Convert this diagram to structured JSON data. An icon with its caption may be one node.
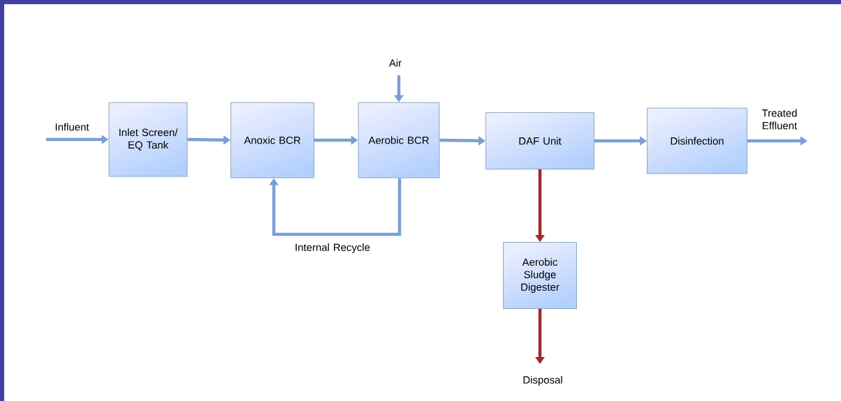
{
  "diagram": {
    "nodes": [
      {
        "text": [
          "Inlet Screen/ EQ Tank"
        ]
      },
      {
        "text": [
          "Anoxic BCR"
        ]
      },
      {
        "text": [
          "Aerobic BCR"
        ]
      },
      {
        "text": [
          "DAF Unit"
        ]
      },
      {
        "text": [
          "Disinfection"
        ]
      },
      {
        "text": [
          "Aerobic Sludge Digester"
        ]
      }
    ],
    "edges": [
      {
        "from": null,
        "to": 0,
        "arrow": "to",
        "label": "Influent"
      },
      {
        "from": 0,
        "to": 1,
        "arrow": "to"
      },
      {
        "from": 1,
        "to": 2,
        "arrow": "to"
      },
      {
        "from": null,
        "to": 2,
        "arrow": "to",
        "label": "Air"
      },
      {
        "from": 2,
        "to": 1,
        "arrow": "to",
        "label": "Internal Recycle"
      },
      {
        "from": 2,
        "to": 3,
        "arrow": "to"
      },
      {
        "from": 3,
        "to": 4,
        "arrow": "to"
      },
      {
        "from": 4,
        "to": null,
        "arrow": "to",
        "label": "Treated Effluent"
      },
      {
        "from": 3,
        "to": 5,
        "arrow": "to",
        "color": "#9e2a2a"
      },
      {
        "from": 5,
        "to": null,
        "arrow": "to",
        "label": "Disposal",
        "color": "#9e2a2a"
      }
    ]
  }
}
